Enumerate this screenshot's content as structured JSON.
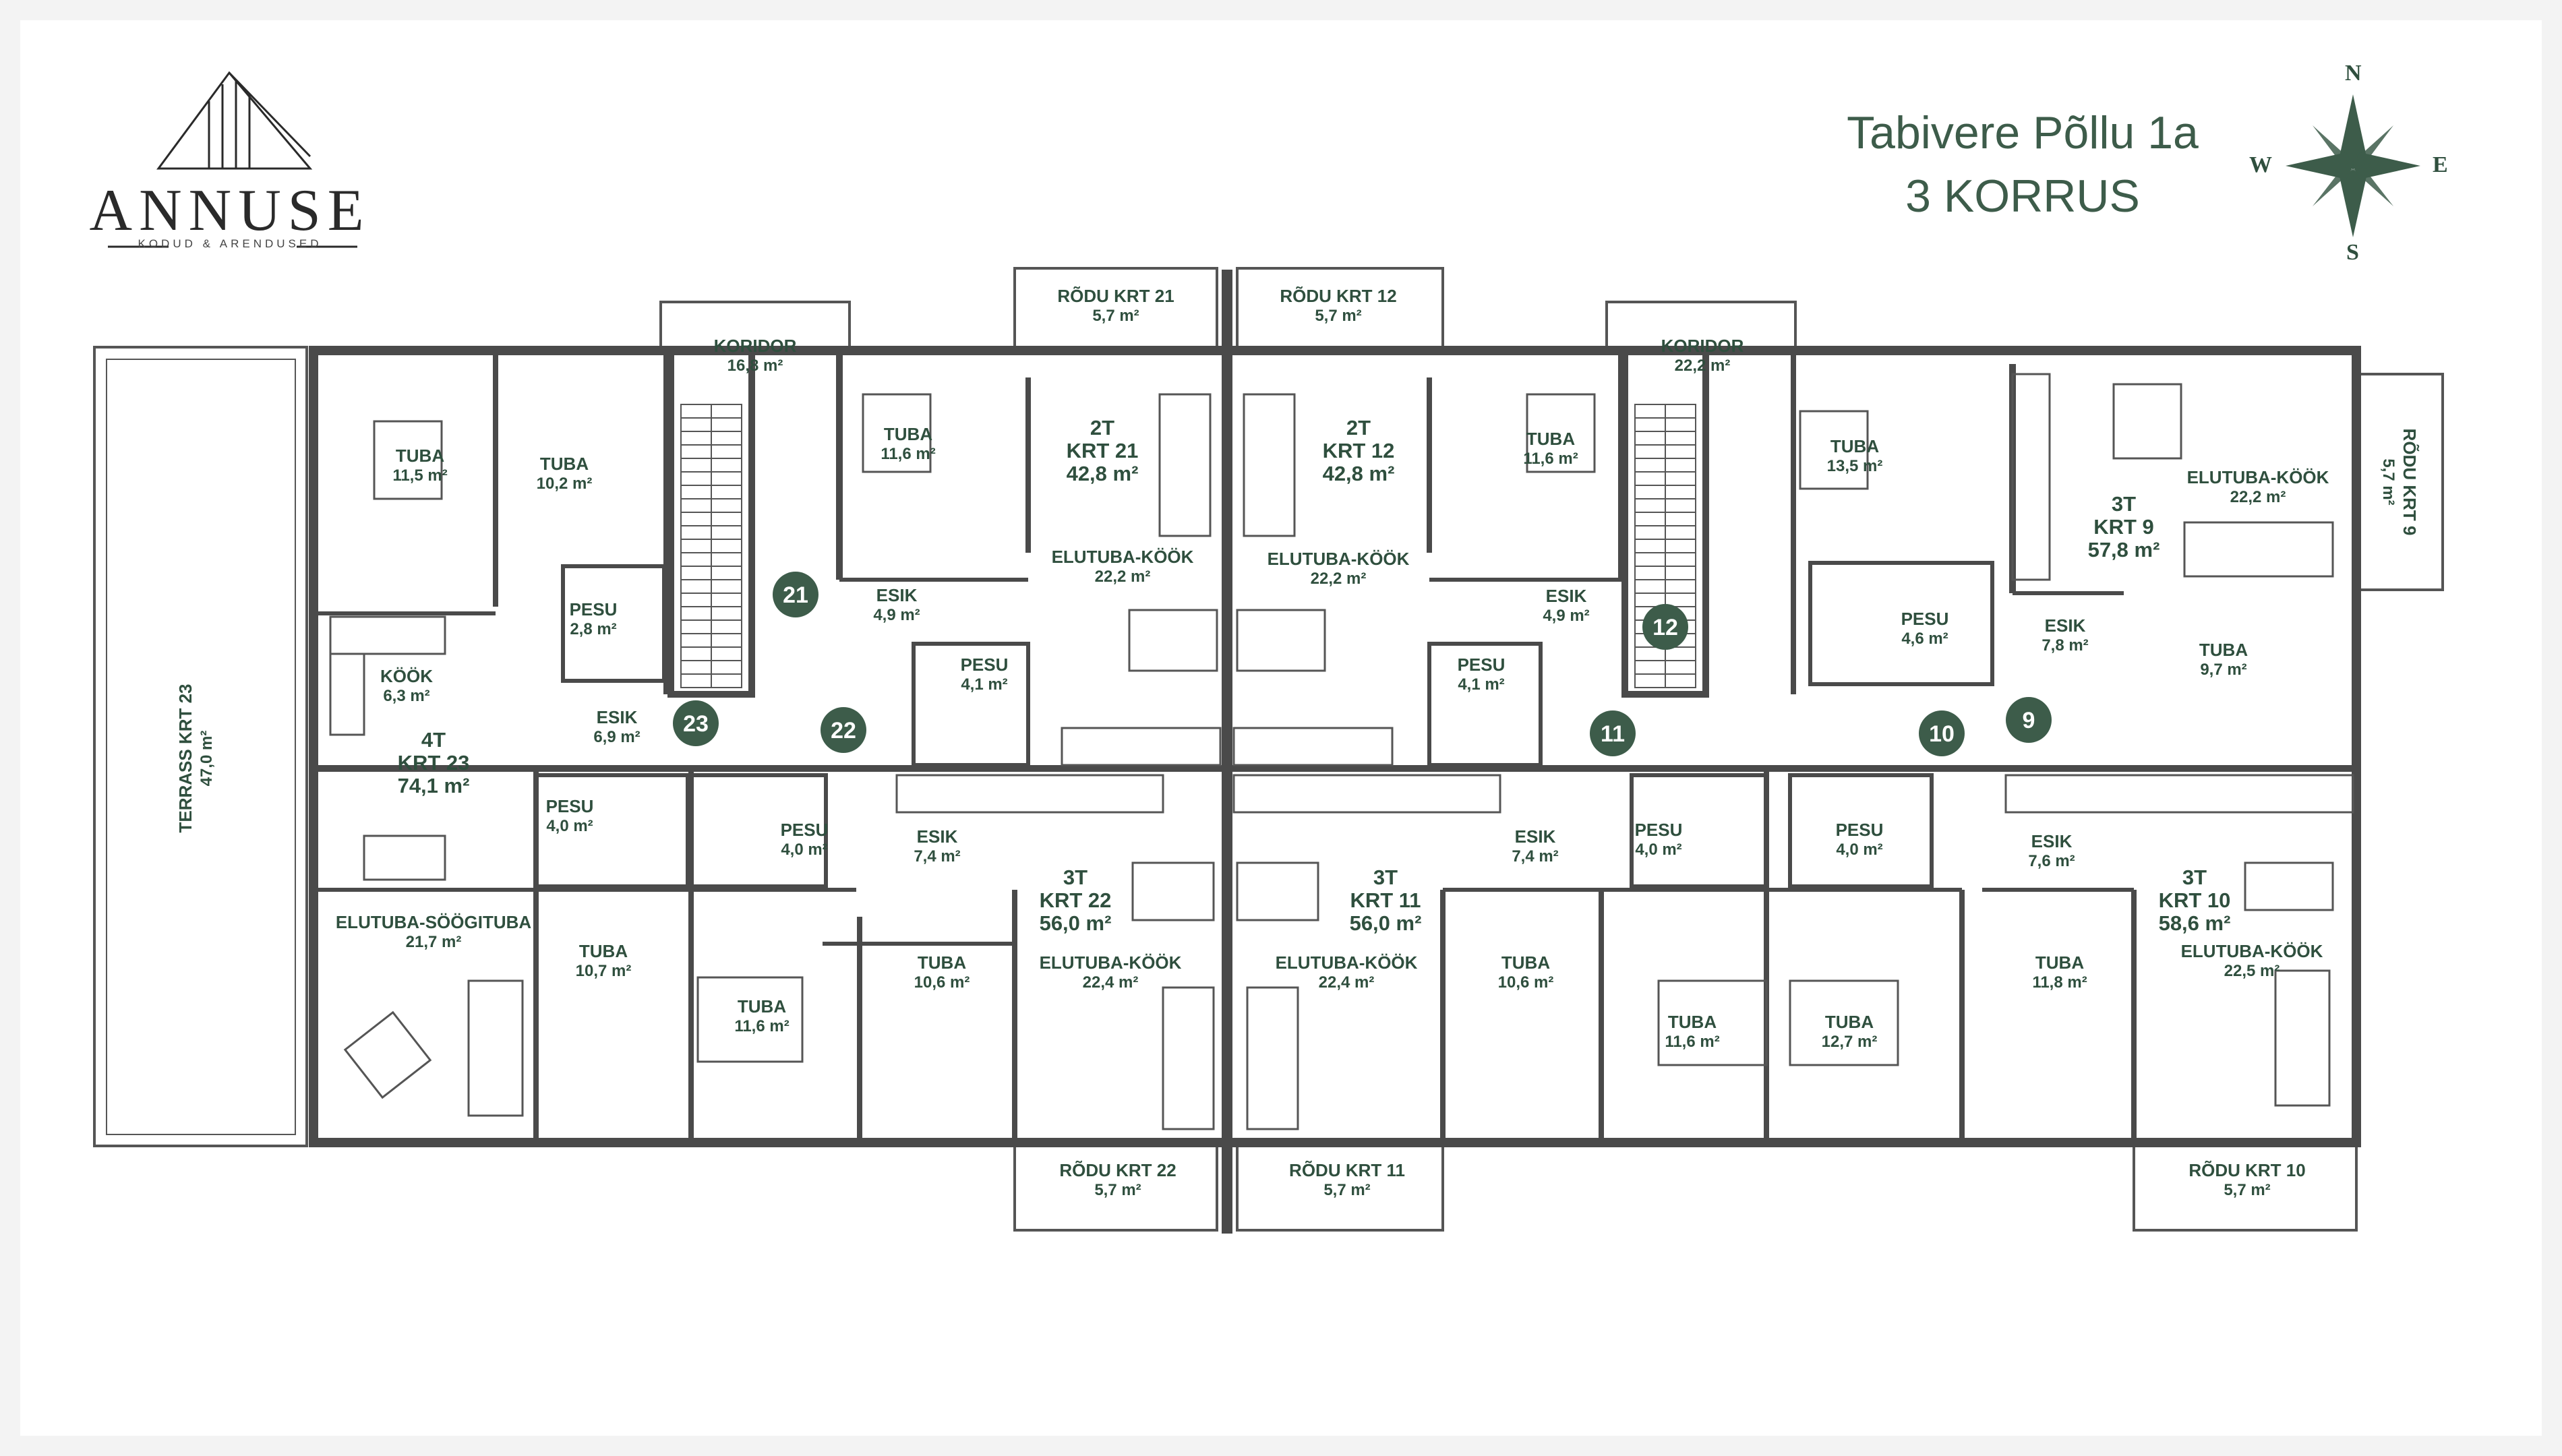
{
  "header": {
    "title_line1": "Tabivere Põllu 1a",
    "title_line2": "3 KORRUS"
  },
  "brand": {
    "name": "ANNUSE",
    "tagline": "KODUD & ARENDUSED"
  },
  "compass": {
    "n": "N",
    "s": "S",
    "w": "W",
    "e": "E"
  },
  "colors": {
    "accent": "#3d5c4a",
    "wall": "#4a4a4a",
    "text": "#2f4f3e"
  },
  "units": [
    {
      "key": "krt23",
      "type": "4T",
      "name": "KRT 23",
      "area": "74,1 m²"
    },
    {
      "key": "krt21",
      "type": "2T",
      "name": "KRT 21",
      "area": "42,8 m²"
    },
    {
      "key": "krt12",
      "type": "2T",
      "name": "KRT 12",
      "area": "42,8 m²"
    },
    {
      "key": "krt9",
      "type": "3T",
      "name": "KRT 9",
      "area": "57,8 m²"
    },
    {
      "key": "krt22",
      "type": "3T",
      "name": "KRT 22",
      "area": "56,0 m²"
    },
    {
      "key": "krt11",
      "type": "3T",
      "name": "KRT 11",
      "area": "56,0 m²"
    },
    {
      "key": "krt10",
      "type": "3T",
      "name": "KRT 10",
      "area": "58,6 m²"
    }
  ],
  "rooms": [
    {
      "key": "rodu21",
      "name": "RÕDU KRT 21",
      "area": "5,7 m²"
    },
    {
      "key": "rodu12",
      "name": "RÕDU KRT 12",
      "area": "5,7 m²"
    },
    {
      "key": "rodu22",
      "name": "RÕDU KRT 22",
      "area": "5,7 m²"
    },
    {
      "key": "rodu11",
      "name": "RÕDU KRT 11",
      "area": "5,7 m²"
    },
    {
      "key": "rodu10",
      "name": "RÕDU KRT 10",
      "area": "5,7 m²"
    },
    {
      "key": "rodu9",
      "name": "RÕDU KRT 9",
      "area": "5,7 m²"
    },
    {
      "key": "terrass23",
      "name": "TERRASS KRT 23",
      "area": "47,0 m²"
    },
    {
      "key": "koridor_w",
      "name": "KORIDOR",
      "area": "16,8 m²"
    },
    {
      "key": "koridor_e",
      "name": "KORIDOR",
      "area": "22,2 m²"
    },
    {
      "key": "k23_tuba1",
      "name": "TUBA",
      "area": "11,5 m²"
    },
    {
      "key": "k23_tuba2",
      "name": "TUBA",
      "area": "10,2 m²"
    },
    {
      "key": "k23_pesu1",
      "name": "PESU",
      "area": "2,8 m²"
    },
    {
      "key": "k23_kook",
      "name": "KÖÖK",
      "area": "6,3 m²"
    },
    {
      "key": "k23_esik",
      "name": "ESIK",
      "area": "6,9 m²"
    },
    {
      "key": "k23_pesu2",
      "name": "PESU",
      "area": "4,0 m²"
    },
    {
      "key": "k23_elutuba",
      "name": "ELUTUBA-SÖÖGITUBA",
      "area": "21,7 m²"
    },
    {
      "key": "k23_tuba3",
      "name": "TUBA",
      "area": "10,7 m²"
    },
    {
      "key": "k21_tuba",
      "name": "TUBA",
      "area": "11,6 m²"
    },
    {
      "key": "k21_esik",
      "name": "ESIK",
      "area": "4,9 m²"
    },
    {
      "key": "k21_pesu",
      "name": "PESU",
      "area": "4,1 m²"
    },
    {
      "key": "k21_elutuba",
      "name": "ELUTUBA-KÖÖK",
      "area": "22,2 m²"
    },
    {
      "key": "k12_elutuba",
      "name": "ELUTUBA-KÖÖK",
      "area": "22,2 m²"
    },
    {
      "key": "k12_tuba",
      "name": "TUBA",
      "area": "11,6 m²"
    },
    {
      "key": "k12_esik",
      "name": "ESIK",
      "area": "4,9 m²"
    },
    {
      "key": "k12_pesu",
      "name": "PESU",
      "area": "4,1 m²"
    },
    {
      "key": "k9_tuba1",
      "name": "TUBA",
      "area": "13,5 m²"
    },
    {
      "key": "k9_pesu",
      "name": "PESU",
      "area": "4,6 m²"
    },
    {
      "key": "k9_esik",
      "name": "ESIK",
      "area": "7,8 m²"
    },
    {
      "key": "k9_elutuba",
      "name": "ELUTUBA-KÖÖK",
      "area": "22,2 m²"
    },
    {
      "key": "k9_tuba2",
      "name": "TUBA",
      "area": "9,7 m²"
    },
    {
      "key": "k22_pesu",
      "name": "PESU",
      "area": "4,0 m²"
    },
    {
      "key": "k22_esik",
      "name": "ESIK",
      "area": "7,4 m²"
    },
    {
      "key": "k22_tuba1",
      "name": "TUBA",
      "area": "11,6 m²"
    },
    {
      "key": "k22_tuba2",
      "name": "TUBA",
      "area": "10,6 m²"
    },
    {
      "key": "k22_elutuba",
      "name": "ELUTUBA-KÖÖK",
      "area": "22,4 m²"
    },
    {
      "key": "k11_elutuba",
      "name": "ELUTUBA-KÖÖK",
      "area": "22,4 m²"
    },
    {
      "key": "k11_esik",
      "name": "ESIK",
      "area": "7,4 m²"
    },
    {
      "key": "k11_tuba1",
      "name": "TUBA",
      "area": "10,6 m²"
    },
    {
      "key": "k11_pesu",
      "name": "PESU",
      "area": "4,0 m²"
    },
    {
      "key": "k11_tuba2",
      "name": "TUBA",
      "area": "11,6 m²"
    },
    {
      "key": "k10_pesu",
      "name": "PESU",
      "area": "4,0 m²"
    },
    {
      "key": "k10_tuba1",
      "name": "TUBA",
      "area": "12,7 m²"
    },
    {
      "key": "k10_esik",
      "name": "ESIK",
      "area": "7,6 m²"
    },
    {
      "key": "k10_tuba2",
      "name": "TUBA",
      "area": "11,8 m²"
    },
    {
      "key": "k10_elutuba",
      "name": "ELUTUBA-KÖÖK",
      "area": "22,5 m²"
    }
  ],
  "markers": [
    "21",
    "23",
    "22",
    "12",
    "11",
    "10",
    "9"
  ]
}
